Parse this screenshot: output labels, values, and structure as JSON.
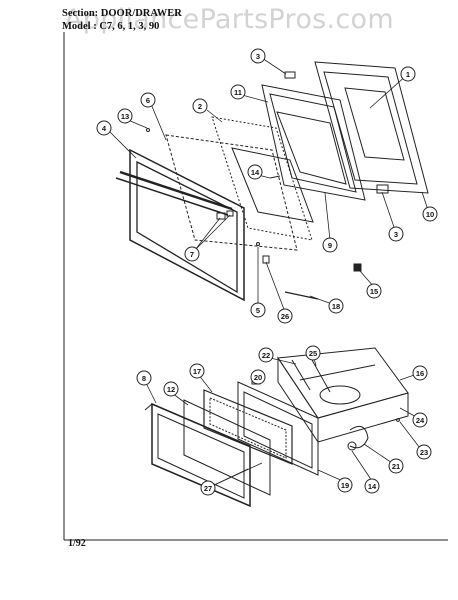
{
  "watermark": "AppliancePartsPros.com",
  "header": {
    "section_label": "Section:",
    "section_value": "DOOR/DRAWER",
    "model_label": "Model :",
    "model_value": "C7, 6, 1, 3, 90"
  },
  "page_number": "1/92",
  "callouts": [
    "1",
    "2",
    "3",
    "3",
    "4",
    "5",
    "6",
    "7",
    "8",
    "9",
    "10",
    "11",
    "12",
    "13",
    "14",
    "14",
    "15",
    "16",
    "17",
    "18",
    "19",
    "20",
    "21",
    "22",
    "23",
    "24",
    "25",
    "26",
    "27"
  ]
}
